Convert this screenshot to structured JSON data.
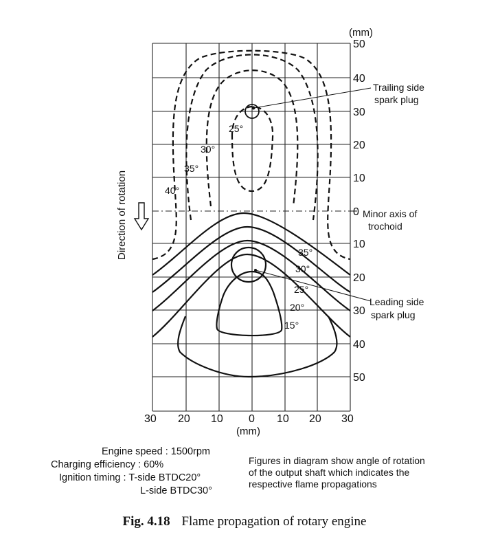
{
  "diagram": {
    "unit_top": "(mm)",
    "unit_bottom": "(mm)",
    "y_ticks": [
      "50",
      "40",
      "30",
      "20",
      "10",
      "0",
      "10",
      "20",
      "30",
      "40",
      "50"
    ],
    "x_ticks": [
      "30",
      "20",
      "10",
      "0",
      "10",
      "20",
      "30"
    ],
    "direction_label": "Direction of rotation",
    "minor_axis_label": [
      "Minor axis of",
      "trochoid"
    ],
    "trailing_label": [
      "Trailing side",
      "spark plug"
    ],
    "leading_label": [
      "Leading side",
      "spark plug"
    ],
    "dashed_angle_labels": [
      "25°",
      "30°",
      "35°",
      "40°"
    ],
    "solid_angle_labels": [
      "35°",
      "30°",
      "25°",
      "20°",
      "15°"
    ]
  },
  "conditions": {
    "engine_speed_label": "Engine speed",
    "engine_speed_value": "1500rpm",
    "charging_label": "Charging efficiency",
    "charging_value": "60%",
    "ignition_label": "Ignition timing",
    "ignition_t": "T-side BTDC20°",
    "ignition_l": "L-side BTDC30°"
  },
  "note": [
    "Figures in diagram show angle of rotation",
    "of the output shaft which indicates the",
    "respective flame propagations"
  ],
  "caption": {
    "number": "Fig. 4.18",
    "title": "Flame propagation of rotary engine"
  }
}
